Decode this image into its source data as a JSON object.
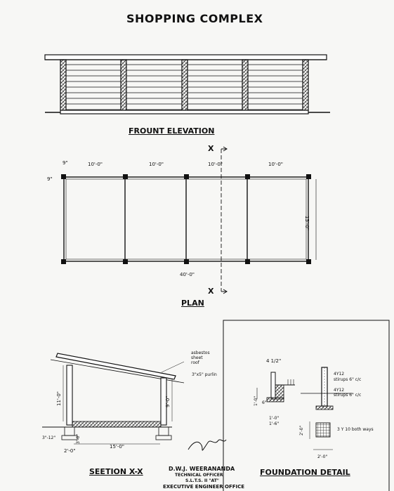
{
  "drawing": {
    "title": "SHOPPING COMPLEX",
    "views": {
      "front_elevation": "FROUNT ELEVATION",
      "plan": "PLAN",
      "section": "SEETION X-X",
      "foundation": "FOUNDATION DETAIL"
    },
    "plan": {
      "bay_dims": [
        "10'-0\"",
        "10'-0\"",
        "10'-0\"",
        "10'-0\""
      ],
      "corner_dim_top": "9\"",
      "corner_dim_left": "9\"",
      "width_dim": "15'-0\"",
      "total_dim": "40'-0\"",
      "section_mark": "X"
    },
    "section": {
      "notes": [
        "asbestos",
        "sheet",
        "roof"
      ],
      "purlin": "3\"x5\" purlin",
      "high_column": "11'-0\"",
      "low_column": "9'-0\"",
      "footing_width": "2'-0\"",
      "span": "15'-0\"",
      "depth": "3'-0\"",
      "slab": "3\"-12\""
    },
    "foundation": {
      "column_width": "4 1/2\"",
      "col_height": "1'-0\"",
      "col_height2": "6\"",
      "base_dim1": "1'-0\"",
      "base_dim2": "1'-6\"",
      "rebar1": "4Y12",
      "stirrups1": "stirups 6\" c/c",
      "rebar2": "4Y12",
      "stirrups2": "stirups 6\" c/c",
      "mesh": "3 Y 10 both ways",
      "mesh_depth": "2'-0\"",
      "base_width": "2'-0\""
    },
    "signature": {
      "name": "D.W.J. WEERANANDA",
      "role": "TECHNICAL OFFICER",
      "office": "S.L.T.S. II \"AT\"",
      "dept": "EXECUTIVE ENGINEER OFFICE"
    }
  }
}
